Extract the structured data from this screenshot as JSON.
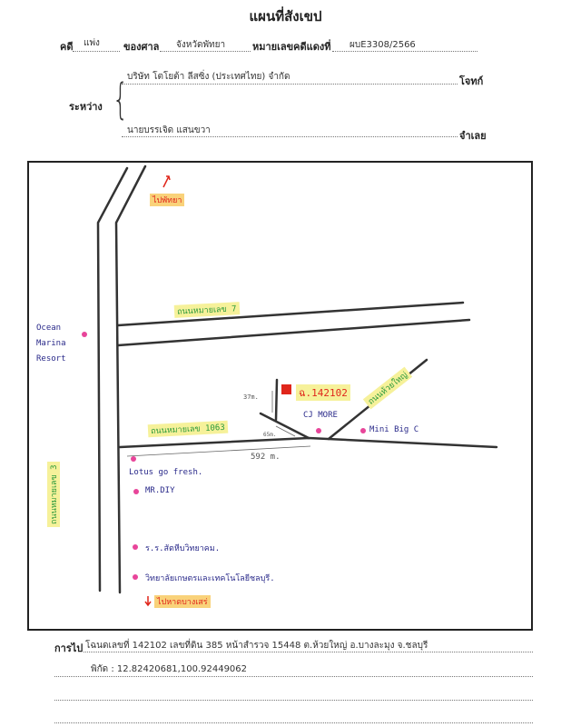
{
  "header": {
    "title": "แผนที่สังเขป",
    "case_label": "คดี",
    "case_type": "แพ่ง",
    "court_label": "ของศาล",
    "court": "จังหวัดพัทยา",
    "case_no_label": "หมายเลขคดีแดงที่",
    "case_no": "ผบE3308/2566",
    "between_label": "ระหว่าง",
    "plaintiff": "บริษัท โตโยต้า ลีสซิ่ง (ประเทศไทย) จำกัด",
    "plaintiff_label": "โจทก์",
    "defendant": "นายบรรเจิด แสนขวา",
    "defendant_label": "จำเลย"
  },
  "map": {
    "to_pattaya": "ไปพัทยา",
    "road_7": "ถนนหมายเลข 7",
    "road_1063": "ถนนหมายเลข 1063",
    "road_3": "ถนนหมายเลข 3",
    "road_right": "ถนนห้วยใหญ่",
    "to_bang_saray": "ไปหาดบางเสร่",
    "plot_label": "ฉ.142102",
    "dist_37": "37m.",
    "dist_65": "65m.",
    "dist_592": "592 m.",
    "places": {
      "ocean_marina": [
        "Ocean",
        "Marina",
        "Resort"
      ],
      "cj_more": "CJ MORE",
      "mini_bigc": "Mini Big C",
      "lotus": "Lotus go fresh.",
      "mrdiy": "MR.DIY",
      "school": "ร.ร.สัตหีบวิทยาคม.",
      "college": "วิทยาลัยเกษตรและเทคโนโลยีชลบุรี."
    },
    "colors": {
      "road": "#333333",
      "poi": "#e8459a",
      "plot": "#e0261b",
      "highlight": "#f6f19a"
    }
  },
  "footer": {
    "directions_label": "การไป",
    "directions": "โฉนดเลขที่ 142102 เลขที่ดิน 385 หน้าสำรวจ 15448 ต.ห้วยใหญ่ อ.บางละมุง จ.ชลบุรี",
    "coords": "พิกัด : 12.82420681,100.92449062"
  }
}
